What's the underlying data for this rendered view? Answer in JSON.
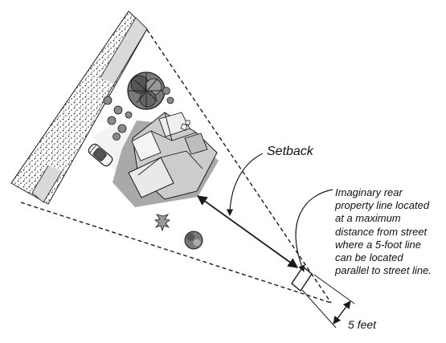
{
  "labels": {
    "setback": "Setback",
    "note_lines": [
      "Imaginary rear",
      "property line located",
      "at a maximum",
      "distance from street",
      "where a 5-foot line",
      "can be located",
      "parallel to street line."
    ],
    "dimension": "5 feet"
  },
  "colors": {
    "line": "#1a1a1a",
    "road": "#d9d9d9",
    "roof": "#cccccc",
    "roof_light": "#e9e9e9",
    "shadow": "#a9a9a9",
    "tree": "#6a6a6a"
  },
  "icons": {
    "car": "car-icon",
    "trees": "tree-icon",
    "shrubs": "shrub-icon"
  }
}
